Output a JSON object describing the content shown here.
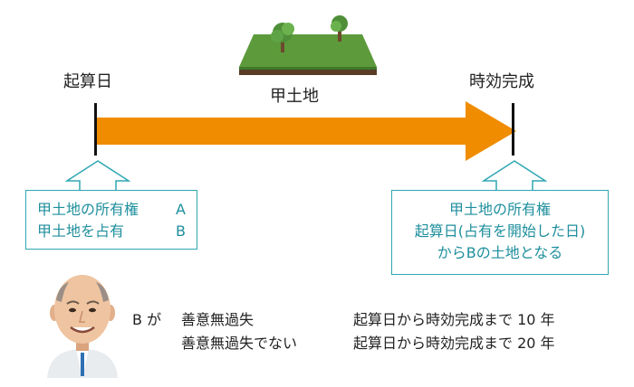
{
  "land_label": "甲土地",
  "timeline": {
    "start_label": "起算日",
    "end_label": "時効完成"
  },
  "left_box": {
    "line1": "甲土地の所有権",
    "line1_value": "A",
    "line2": "甲土地を占有",
    "line2_value": "B"
  },
  "right_box": {
    "line1": "甲土地の所有権",
    "line2": "起算日(占有を開始した日)",
    "line3": "からBの土地となる"
  },
  "conditions": {
    "subject": "B が",
    "rows": [
      {
        "condition": "善意無過失",
        "period": "起算日から時効完成まで 10 年"
      },
      {
        "condition": "善意無過失でない",
        "period": "起算日から時効完成まで 20 年"
      }
    ]
  },
  "colors": {
    "arrow": "#f08c00",
    "teal": "#2fa7b3",
    "grass": "#5c9a3c",
    "soil": "#5a3d26"
  }
}
